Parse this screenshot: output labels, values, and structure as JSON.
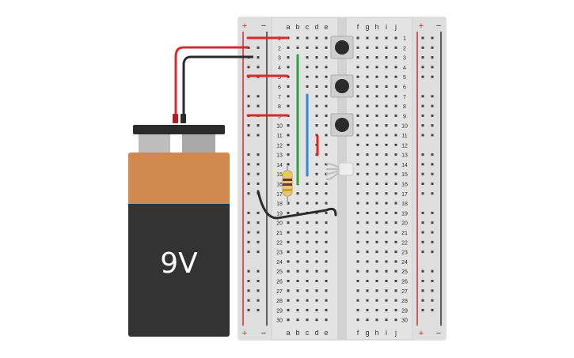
{
  "battery": {
    "label": "9V",
    "colors": {
      "top": "#d08a4f",
      "bottom": "#333333",
      "cap": "#2b2b2b",
      "terminal": "#bdbdbd"
    }
  },
  "breadboard": {
    "column_letters_left": [
      "a",
      "b",
      "c",
      "d",
      "e"
    ],
    "column_letters_right": [
      "f",
      "g",
      "h",
      "i",
      "j"
    ],
    "row_count": 30,
    "rail_symbols": {
      "plus": "+",
      "minus": "−"
    },
    "colors": {
      "board": "#e6e6e6",
      "hole": "#404040",
      "rail_red": "#d62a2a",
      "rail_black": "#333333"
    }
  },
  "components": {
    "pushbuttons": [
      {
        "name": "pushbutton-1",
        "top_row": 1,
        "bottom_row": 3
      },
      {
        "name": "pushbutton-2",
        "top_row": 5,
        "bottom_row": 7
      },
      {
        "name": "pushbutton-3",
        "top_row": 9,
        "bottom_row": 11
      }
    ],
    "resistor": {
      "rows": [
        15,
        18
      ],
      "column": "a"
    },
    "rgb_led": {
      "rows": [
        14,
        16
      ]
    },
    "wires": [
      {
        "name": "wire-red-row1",
        "color": "red"
      },
      {
        "name": "wire-red-row5",
        "color": "red"
      },
      {
        "name": "wire-red-row9",
        "color": "red"
      },
      {
        "name": "wire-green",
        "color": "green"
      },
      {
        "name": "wire-blue",
        "color": "blue"
      },
      {
        "name": "wire-red-short",
        "color": "red"
      },
      {
        "name": "wire-black-jumper",
        "color": "black"
      }
    ]
  }
}
